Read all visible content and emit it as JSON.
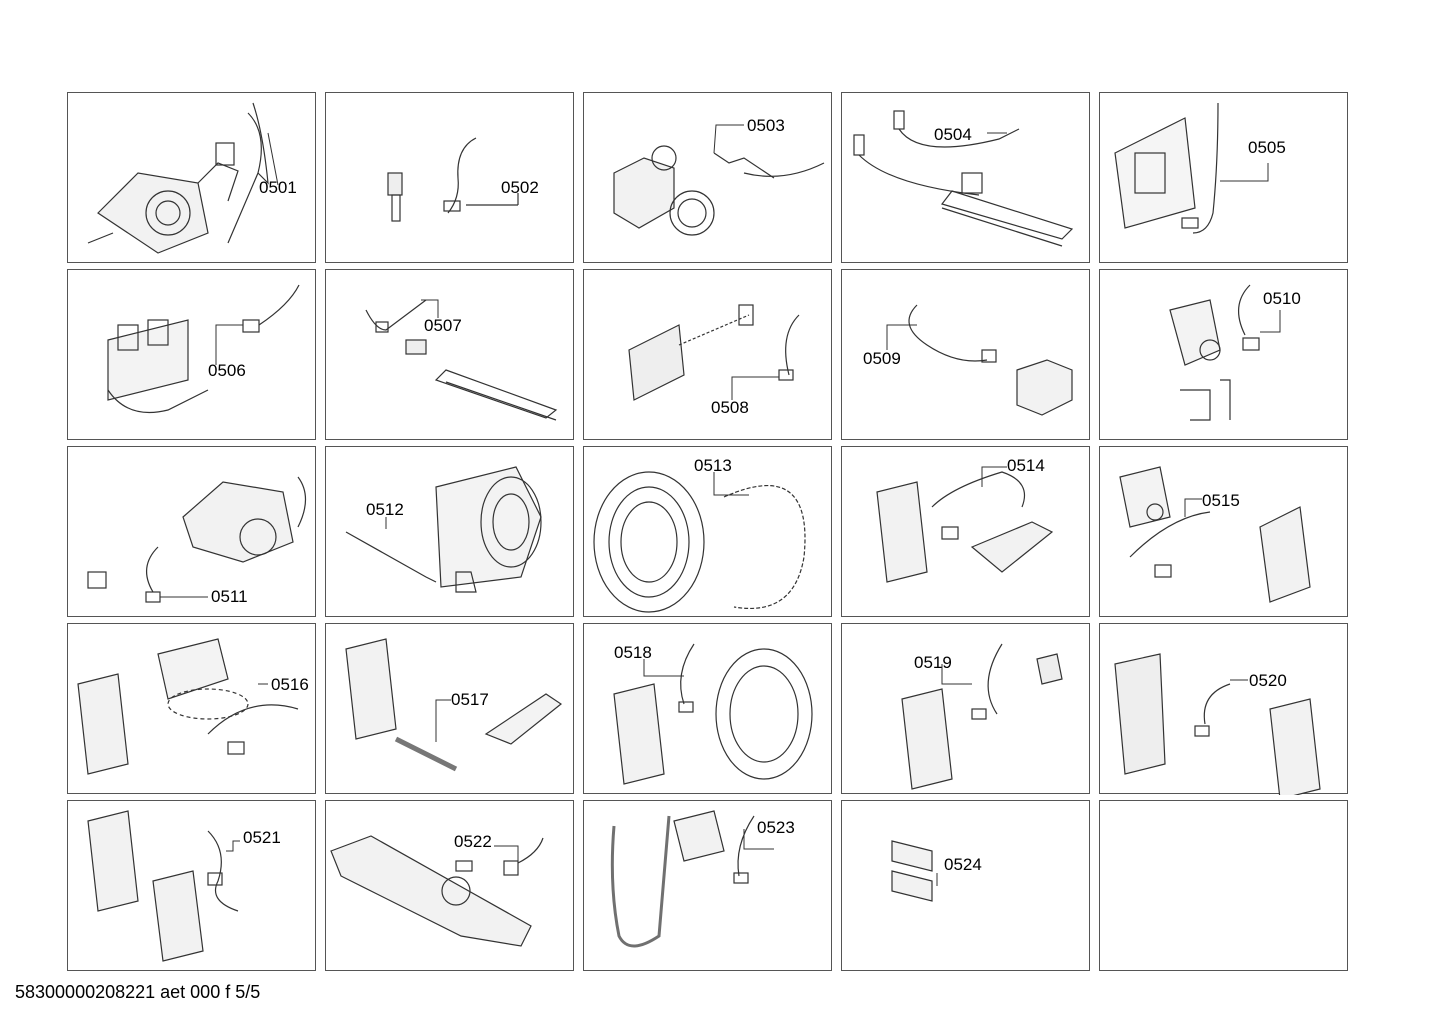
{
  "parts": [
    "0501",
    "0502",
    "0503",
    "0504",
    "0505",
    "0506",
    "0507",
    "0508",
    "0509",
    "0510",
    "0511",
    "0512",
    "0513",
    "0514",
    "0515",
    "0516",
    "0517",
    "0518",
    "0519",
    "0520",
    "0521",
    "0522",
    "0523",
    "0524",
    ""
  ],
  "footer": "58300000208221 aet 000 f 5/5"
}
